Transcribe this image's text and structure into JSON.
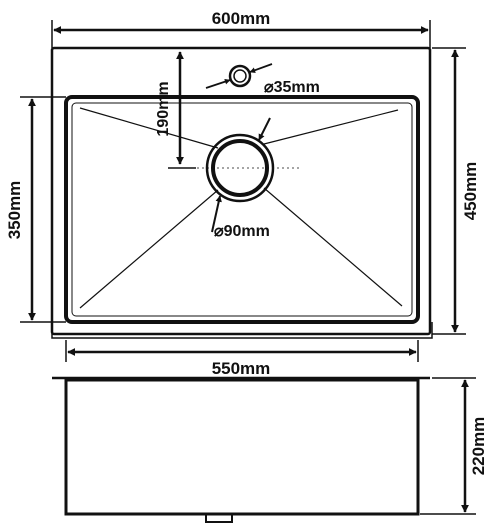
{
  "dimensions": {
    "top_width": "600mm",
    "inner_width": "550mm",
    "faucet_hole": "⌀35mm",
    "faucet_offset": "190mm",
    "drain_hole": "⌀90mm",
    "inner_depth": "350mm",
    "outer_depth": "450mm",
    "bowl_height": "220mm"
  },
  "colors": {
    "line": "#111111",
    "background": "#ffffff"
  }
}
